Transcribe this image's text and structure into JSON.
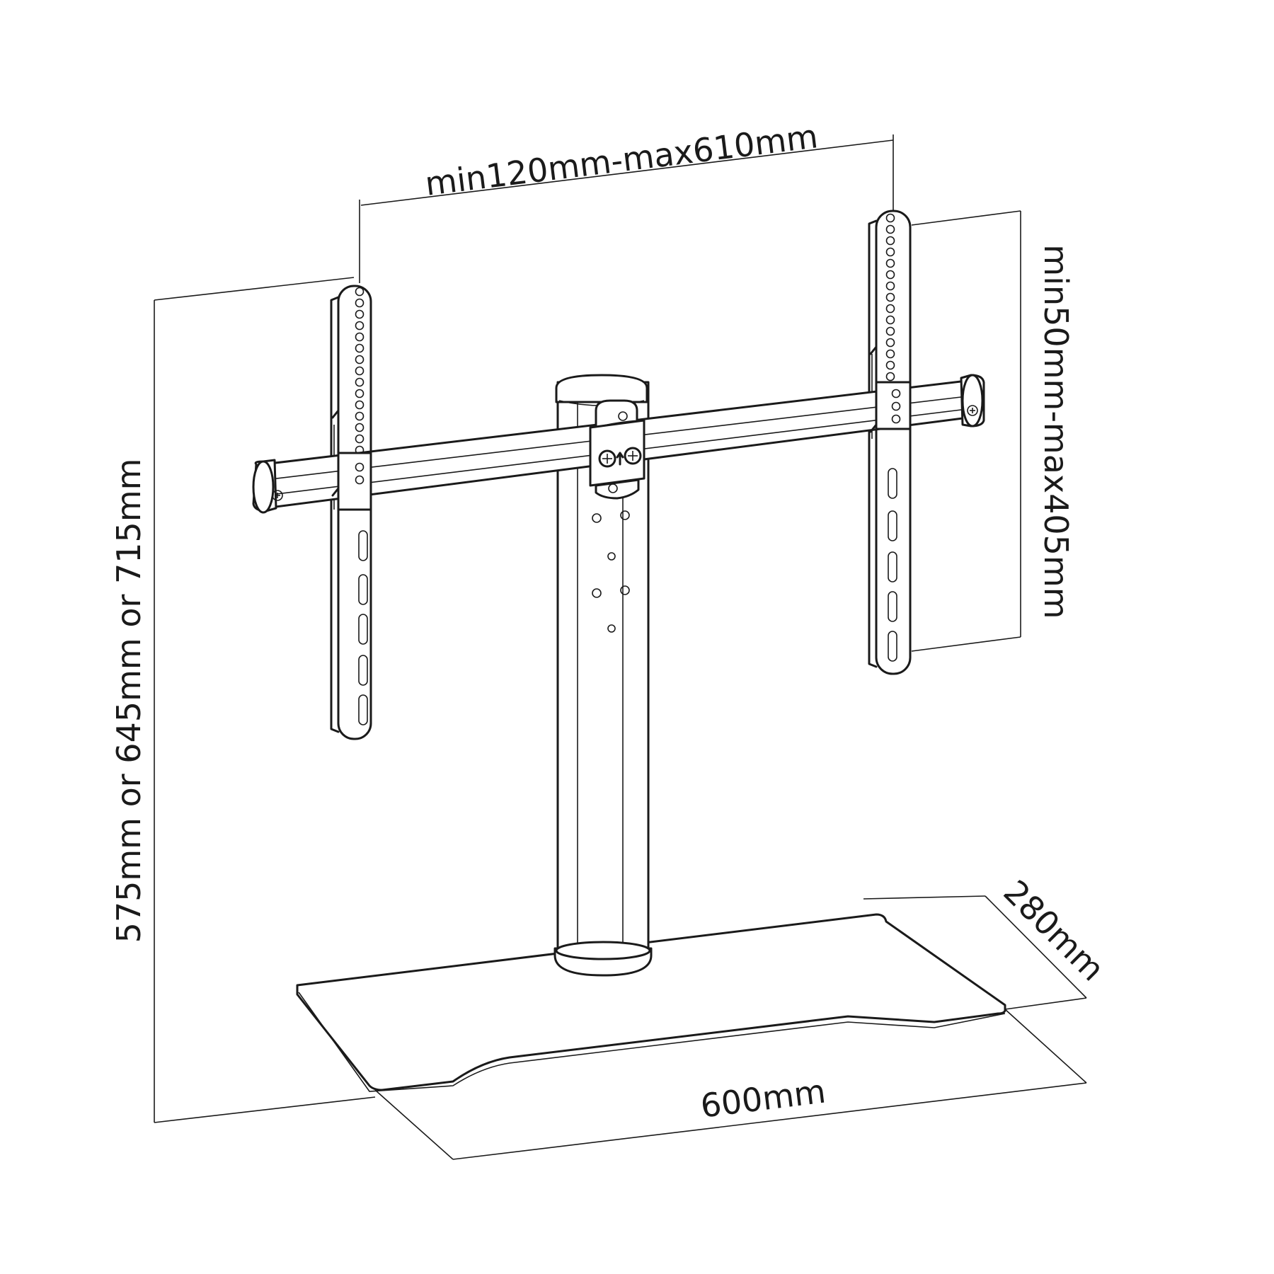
{
  "diagram": {
    "dimensions": {
      "vesa_width": "min120mm-max610mm",
      "vesa_height": "min50mm-max405mm",
      "total_height": "575mm or 645mm or 715mm",
      "base_depth": "280mm",
      "base_width": "600mm"
    },
    "colors": {
      "line": "#1a1a1a",
      "background": "#ffffff"
    }
  }
}
